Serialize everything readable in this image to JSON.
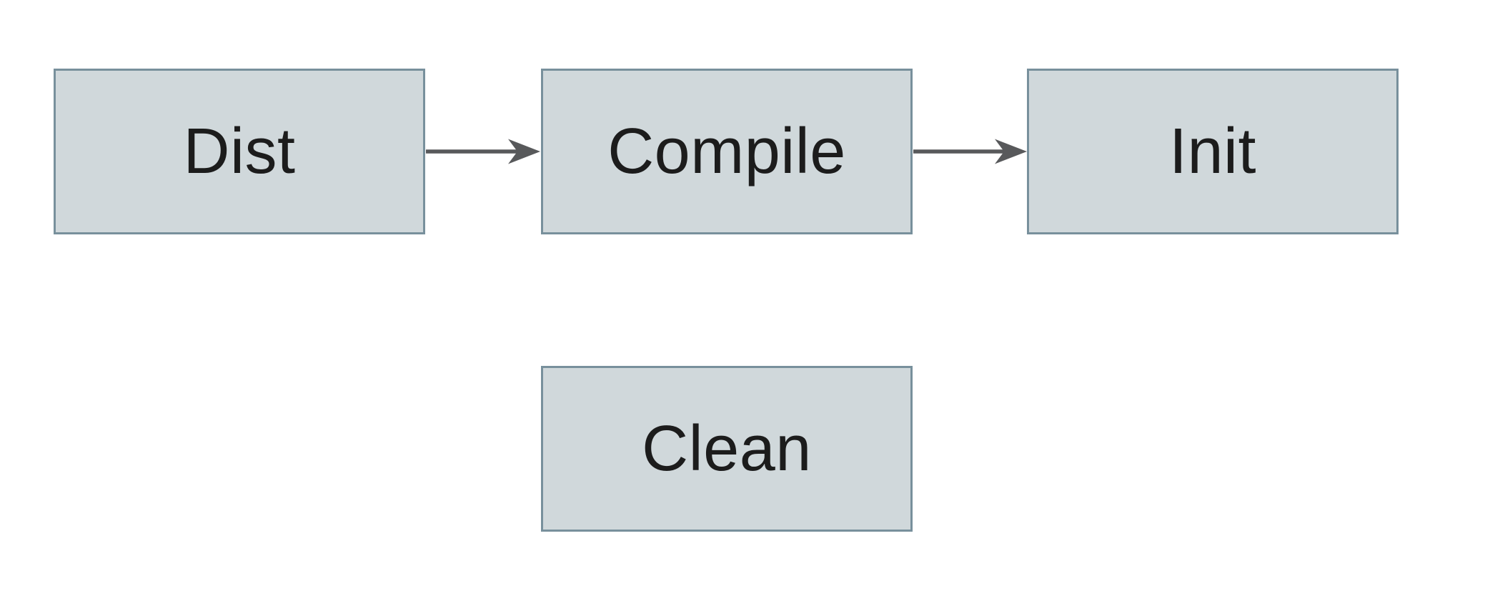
{
  "diagram": {
    "type": "flowchart",
    "nodes": [
      {
        "id": "dist",
        "label": "Dist"
      },
      {
        "id": "compile",
        "label": "Compile"
      },
      {
        "id": "init",
        "label": "Init"
      },
      {
        "id": "clean",
        "label": "Clean"
      }
    ],
    "edges": [
      {
        "from": "Dist",
        "to": "Compile",
        "style": "solid-arrow"
      },
      {
        "from": "Compile",
        "to": "Init",
        "style": "solid-arrow"
      }
    ],
    "colors": {
      "background": "#ffffff",
      "node_fill": "#d0d8db",
      "node_border": "#78909c",
      "arrow": "#58595b",
      "text": "#1c1c1c"
    }
  }
}
